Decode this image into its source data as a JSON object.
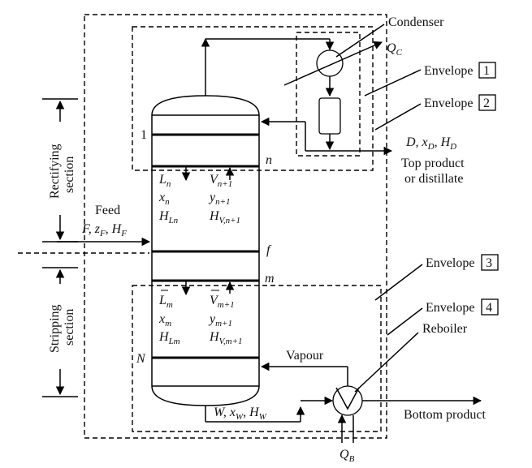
{
  "labels": {
    "condenser": "Condenser",
    "reboiler": "Reboiler",
    "vapour": "Vapour",
    "feed": "Feed",
    "top_product_1": "Top product",
    "top_product_2": "or distillate",
    "bottom_product": "Bottom product",
    "envelope_word": "Envelope",
    "rectifying_1": "Rectifying",
    "rectifying_2": "section",
    "stripping_1": "Stripping",
    "stripping_2": "section"
  },
  "envelopes": [
    "1",
    "2",
    "3",
    "4"
  ],
  "plates": {
    "first": "1",
    "n": "n",
    "f": "f",
    "m": "m",
    "N": "N"
  },
  "symbols": {
    "Qc": {
      "main": "Q",
      "sub": "C"
    },
    "Qb": {
      "main": "Q",
      "sub": "B"
    },
    "D": {
      "parts": [
        "D, x",
        "D",
        ", H",
        "D"
      ]
    },
    "F": {
      "parts": [
        "F, z",
        "F",
        ", H",
        "F"
      ]
    },
    "W": {
      "parts": [
        "W, x",
        "W",
        ", H",
        "W"
      ]
    },
    "Ln": {
      "main": "L",
      "sub": "n"
    },
    "xn": {
      "main": "x",
      "sub": "n"
    },
    "HLn": {
      "main": "H",
      "sub": "Ln"
    },
    "Vn1": {
      "main": "V",
      "sub": "n+1"
    },
    "yn1": {
      "main": "y",
      "sub": "n+1"
    },
    "HVn1": {
      "main": "H",
      "sub": "V,n+1"
    },
    "Lm": {
      "main": "L",
      "sub": "m"
    },
    "xm": {
      "main": "x",
      "sub": "m"
    },
    "HLm": {
      "main": "H",
      "sub": "Lm"
    },
    "Vm1": {
      "main": "V",
      "sub": "m+1"
    },
    "ym1": {
      "main": "y",
      "sub": "m+1"
    },
    "HVm1": {
      "main": "H",
      "sub": "V,m+1"
    }
  }
}
